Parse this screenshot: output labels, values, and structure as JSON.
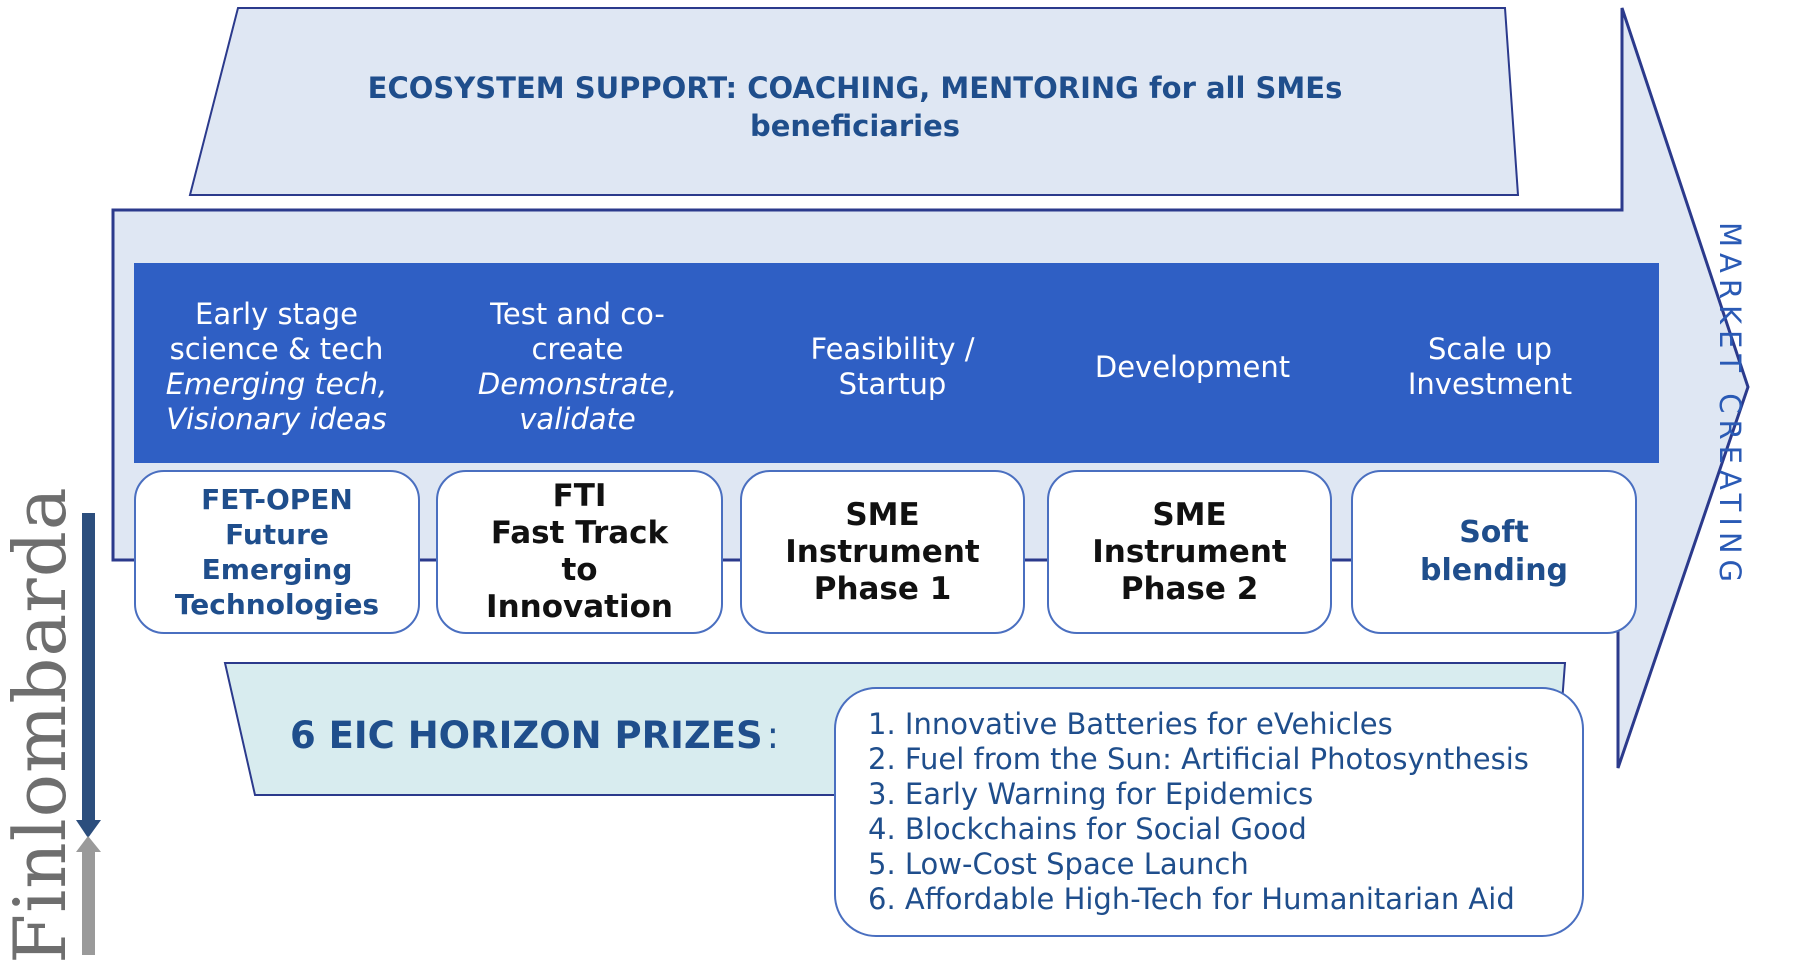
{
  "ecosystem": {
    "line1": "ECOSYSTEM SUPPORT: COACHING, MENTORING for all SMEs",
    "line2": "beneficiaries"
  },
  "stages": [
    {
      "line1": "Early stage",
      "line2": "science & tech",
      "italic1": "Emerging tech,",
      "italic2": "Visionary ideas"
    },
    {
      "line1": "Test and co-",
      "line2": "create",
      "italic1": "Demonstrate,",
      "italic2": "validate"
    },
    {
      "line1": "Feasibility /",
      "line2": "Startup"
    },
    {
      "line1": "Development"
    },
    {
      "line1": "Scale up",
      "line2": "Investment"
    }
  ],
  "instruments": [
    {
      "lines": [
        "FET-OPEN",
        "Future",
        "Emerging",
        "Technologies"
      ]
    },
    {
      "lines": [
        "FTI",
        "Fast Track",
        "to",
        "Innovation"
      ]
    },
    {
      "lines": [
        "SME",
        "Instrument",
        "Phase 1"
      ]
    },
    {
      "lines": [
        "SME",
        "Instrument",
        "Phase 2"
      ]
    },
    {
      "lines": [
        "Soft",
        "blending"
      ]
    }
  ],
  "prizes": {
    "title": "6 EIC HORIZON PRIZES",
    "colon": ":",
    "items": [
      "1. Innovative Batteries for eVehicles",
      "2. Fuel from the Sun: Artificial Photosynthesis",
      "3. Early Warning for Epidemics",
      "4. Blockchains for Social Good",
      "5. Low-Cost Space Launch",
      "6. Affordable High-Tech for Humanitarian Aid"
    ]
  },
  "side_label": "MARKET CREATING",
  "logo": "Finlombarda",
  "colors": {
    "banner": "#2f5fc4",
    "arrow_fill": "#dfe7f3",
    "outline": "#2b3a8c",
    "text_blue": "#1f4e8c",
    "prize_band": "#d8ecef"
  }
}
